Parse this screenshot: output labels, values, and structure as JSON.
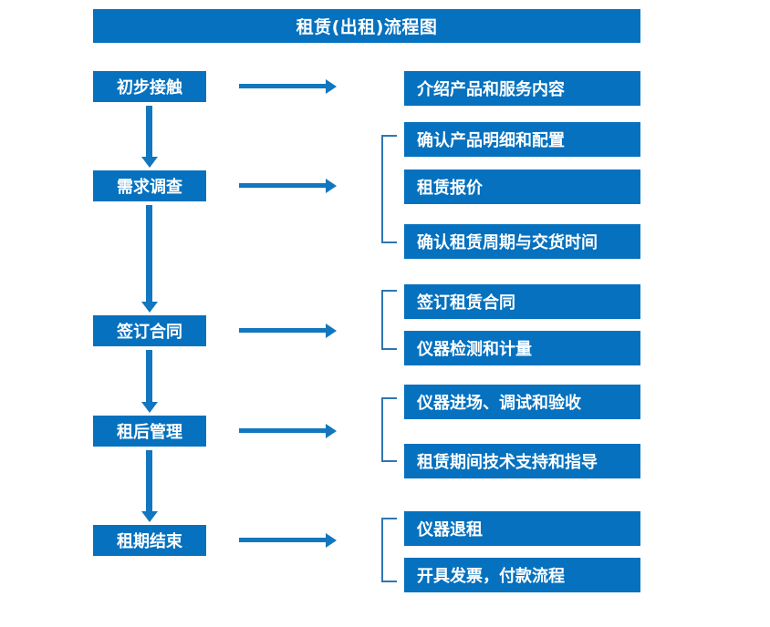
{
  "diagram": {
    "title": "租赁(出租)流程图",
    "colors": {
      "box_blue": "#0571BF",
      "arrow_blue": "#1277BE",
      "bracket_blue": "#2E75B6",
      "text": "#FFFFFF",
      "background": "#FFFFFF"
    },
    "stages": [
      {
        "id": "stage-1",
        "label": "初步接触",
        "details": [
          "介绍产品和服务内容"
        ],
        "bracketed": false
      },
      {
        "id": "stage-2",
        "label": "需求调查",
        "details": [
          "确认产品明细和配置",
          "租赁报价",
          "确认租赁周期与交货时间"
        ],
        "bracketed": true
      },
      {
        "id": "stage-3",
        "label": "签订合同",
        "details": [
          "签订租赁合同",
          "仪器检测和计量"
        ],
        "bracketed": true
      },
      {
        "id": "stage-4",
        "label": "租后管理",
        "details": [
          "仪器进场、调试和验收",
          "租赁期间技术支持和指导"
        ],
        "bracketed": true
      },
      {
        "id": "stage-5",
        "label": "租期结束",
        "details": [
          "仪器退租",
          "开具发票，付款流程"
        ],
        "bracketed": true
      }
    ]
  }
}
